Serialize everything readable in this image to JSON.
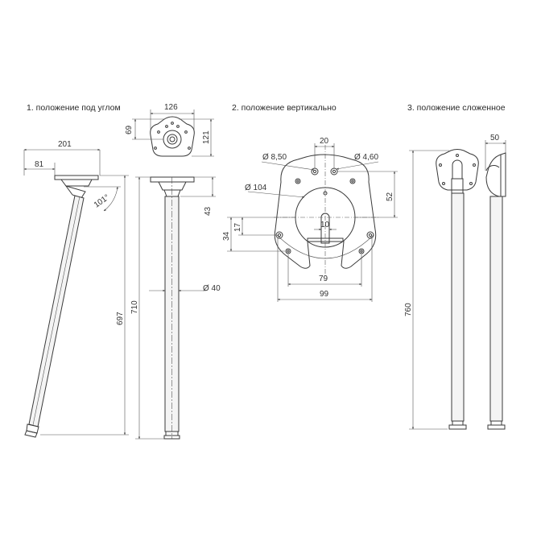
{
  "views": {
    "angled": {
      "title": "1. положение под углом",
      "d_top_width": "201",
      "d_offset": "81",
      "d_angle": "101°",
      "d_length": "697"
    },
    "vertical": {
      "title": "2. положение вертикально",
      "d_plate_width": "126",
      "d_plate_small": "69",
      "d_plate_height": "121",
      "d_leg_height": "710",
      "d_bracket_height": "43",
      "d_diameter": "Ø 40"
    },
    "plate": {
      "d_hole_large": "Ø 8,50",
      "d_hole_small": "Ø 4,60",
      "d_hole_spacing": "20",
      "d_circle": "Ø 104",
      "d_notch": "10",
      "d_height": "52",
      "d_left_outer": "34",
      "d_left_inner": "17",
      "d_inner_width": "79",
      "d_outer_width": "99"
    },
    "folded": {
      "title": "3. положение сложенное",
      "d_width": "50",
      "d_height": "760"
    }
  }
}
